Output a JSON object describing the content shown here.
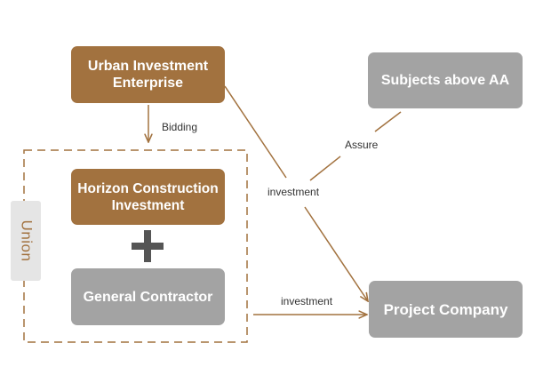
{
  "nodes": {
    "urban_investment": "Urban Investment Enterprise",
    "subjects_above_aa": "Subjects above AA",
    "horizon_construction": "Horizon Construction Investment",
    "general_contractor": "General Contractor",
    "project_company": "Project Company",
    "union": "Union",
    "plus": "+"
  },
  "edges": {
    "bidding": "Bidding",
    "assure": "Assure",
    "investment_urban": "investment",
    "investment_contractor": "investment"
  },
  "colors": {
    "brown": "#a2723f",
    "gray": "#a3a3a3",
    "line": "#a2723f",
    "plus": "#555555"
  }
}
